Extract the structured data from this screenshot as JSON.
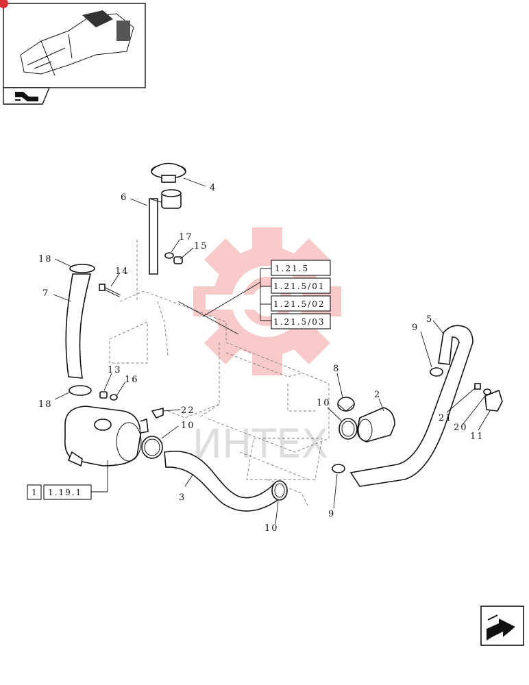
{
  "part_labels": {
    "p1": "1",
    "p2": "2",
    "p3": "3",
    "p4": "4",
    "p5": "5",
    "p6": "6",
    "p7": "7",
    "p8": "8",
    "p9a": "9",
    "p9b": "9",
    "p10a": "10",
    "p10b": "10",
    "p10c": "10",
    "p11": "11",
    "p13": "13",
    "p14": "14",
    "p15": "15",
    "p16": "16",
    "p17": "17",
    "p18a": "18",
    "p18b": "18",
    "p20": "20",
    "p21": "21",
    "p22": "22"
  },
  "refs": {
    "r1": "1.21.5",
    "r2": "1.21.5/01",
    "r3": "1.21.5/02",
    "r4": "1.21.5/03",
    "r5_num": "1",
    "r5_text": "1.19.1"
  },
  "watermark_text": "ИНТЕХ",
  "colors": {
    "watermark": "#f2a0a0",
    "line": "#111111",
    "fill": "#ffffff"
  },
  "icons": {
    "nav_prev": "return-arrow-icon",
    "nav_next": "next-arrow-icon"
  }
}
